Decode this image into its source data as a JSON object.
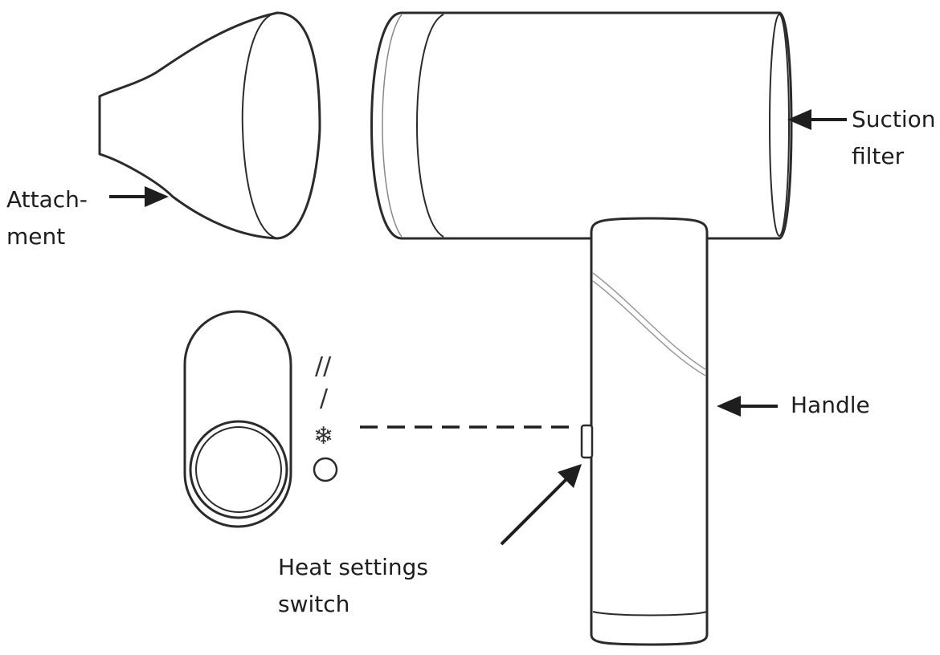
{
  "labels": {
    "attachment": [
      "Attach-",
      "ment"
    ],
    "suction_filter": [
      "Suction",
      "filter"
    ],
    "handle": [
      "Handle"
    ],
    "heat_settings_switch": [
      "Heat settings",
      "switch"
    ]
  },
  "switch_panel": {
    "settings": [
      {
        "mark": "//"
      },
      {
        "mark": "/"
      },
      {
        "mark": "❄",
        "icon": "snowflake-icon"
      },
      {
        "icon": "off-circle-icon"
      }
    ]
  },
  "colors": {
    "stroke": "#2b2b2b",
    "text": "#1e1e1e"
  }
}
